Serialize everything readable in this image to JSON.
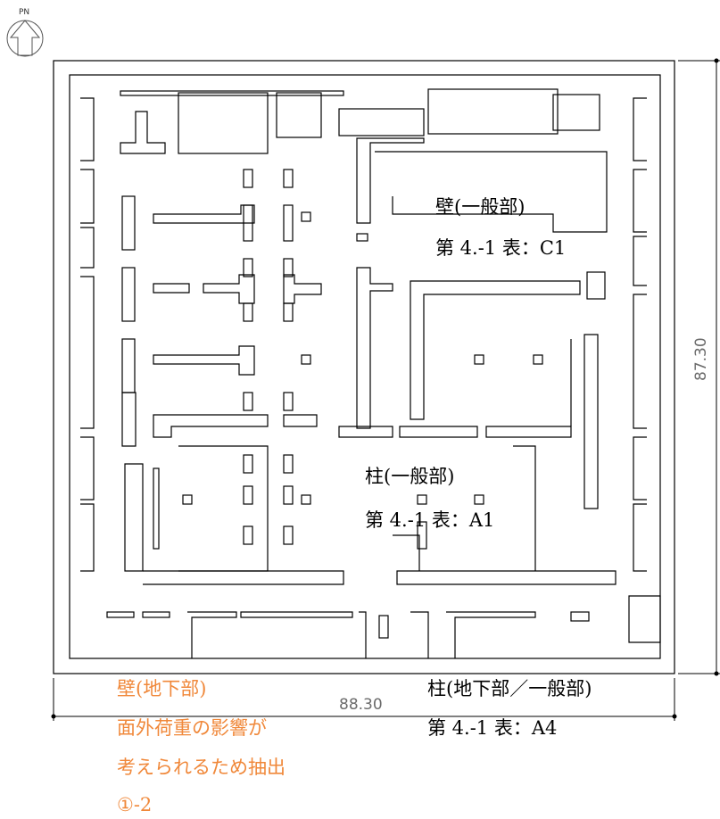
{
  "north_arrow": {
    "label": "PN",
    "icon": "north-arrow-icon"
  },
  "dimensions": {
    "width": "88.30",
    "height": "87.30"
  },
  "labels": {
    "wall_general": {
      "title": "壁(一般部)",
      "ref": "第 4.-1 表：C1"
    },
    "column_general": {
      "title": "柱(一般部)",
      "ref": "第 4.-1 表：A1"
    },
    "column_basement": {
      "title": "柱(地下部／一般部)",
      "ref": "第 4.-1 表：A4"
    },
    "wall_basement": {
      "title": "壁(地下部)",
      "line1": "面外荷重の影響が",
      "line2": "考えられるため抽出",
      "line3": "①-2"
    }
  },
  "colors": {
    "line": "#000000",
    "highlight": "#f0883a",
    "dimension": "#6b6b6b"
  }
}
